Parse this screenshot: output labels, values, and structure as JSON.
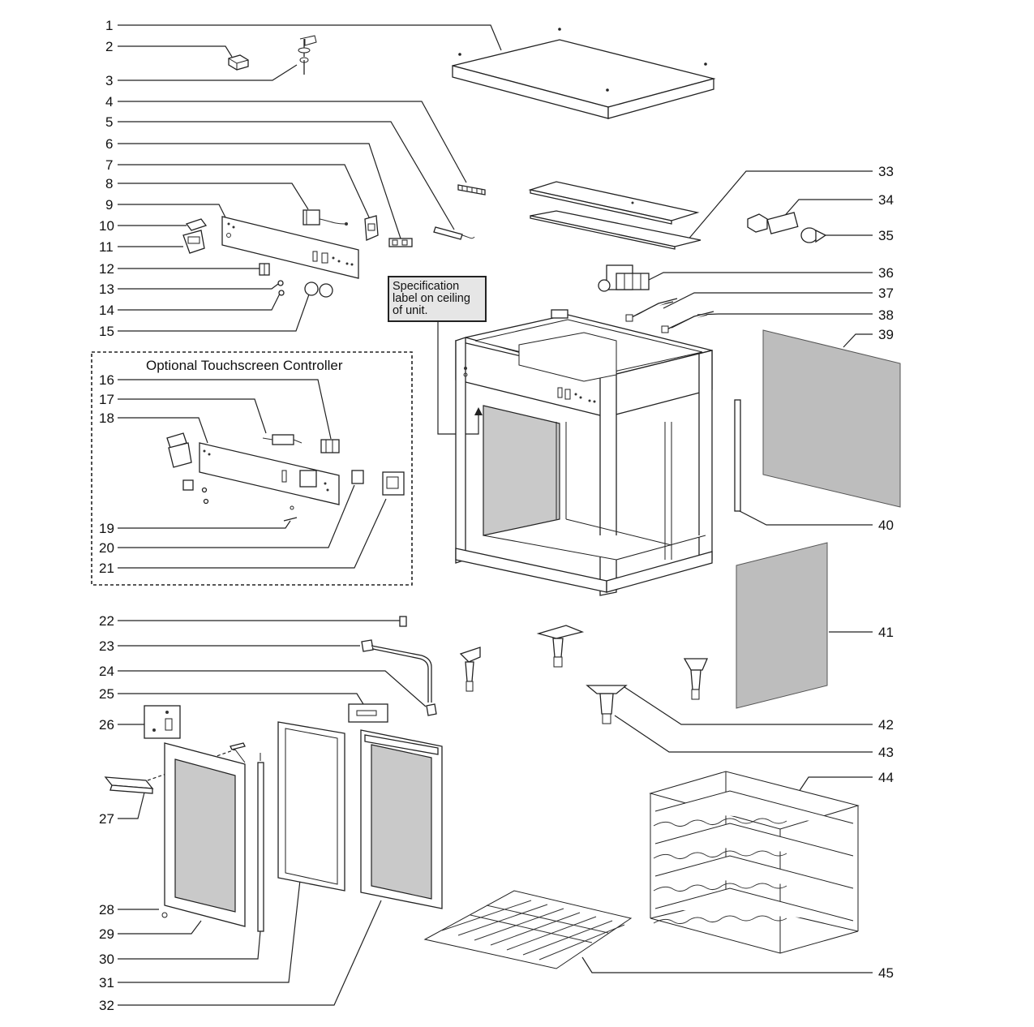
{
  "callouts": [
    {
      "n": "1"
    },
    {
      "n": "2"
    },
    {
      "n": "3"
    },
    {
      "n": "4"
    },
    {
      "n": "5"
    },
    {
      "n": "6"
    },
    {
      "n": "7"
    },
    {
      "n": "8"
    },
    {
      "n": "9"
    },
    {
      "n": "10"
    },
    {
      "n": "11"
    },
    {
      "n": "12"
    },
    {
      "n": "13"
    },
    {
      "n": "14"
    },
    {
      "n": "15"
    },
    {
      "n": "16"
    },
    {
      "n": "17"
    },
    {
      "n": "18"
    },
    {
      "n": "19"
    },
    {
      "n": "20"
    },
    {
      "n": "21"
    },
    {
      "n": "22"
    },
    {
      "n": "23"
    },
    {
      "n": "24"
    },
    {
      "n": "25"
    },
    {
      "n": "26"
    },
    {
      "n": "27"
    },
    {
      "n": "28"
    },
    {
      "n": "29"
    },
    {
      "n": "30"
    },
    {
      "n": "31"
    },
    {
      "n": "32"
    },
    {
      "n": "33"
    },
    {
      "n": "34"
    },
    {
      "n": "35"
    },
    {
      "n": "36"
    },
    {
      "n": "37"
    },
    {
      "n": "38"
    },
    {
      "n": "39"
    },
    {
      "n": "40"
    },
    {
      "n": "41"
    },
    {
      "n": "42"
    },
    {
      "n": "43"
    },
    {
      "n": "44"
    },
    {
      "n": "45"
    }
  ],
  "spec_label": {
    "line1": "Specification",
    "line2": "label on ceiling",
    "line3": "of unit."
  },
  "optional_box": {
    "title": "Optional Touchscreen Controller"
  }
}
